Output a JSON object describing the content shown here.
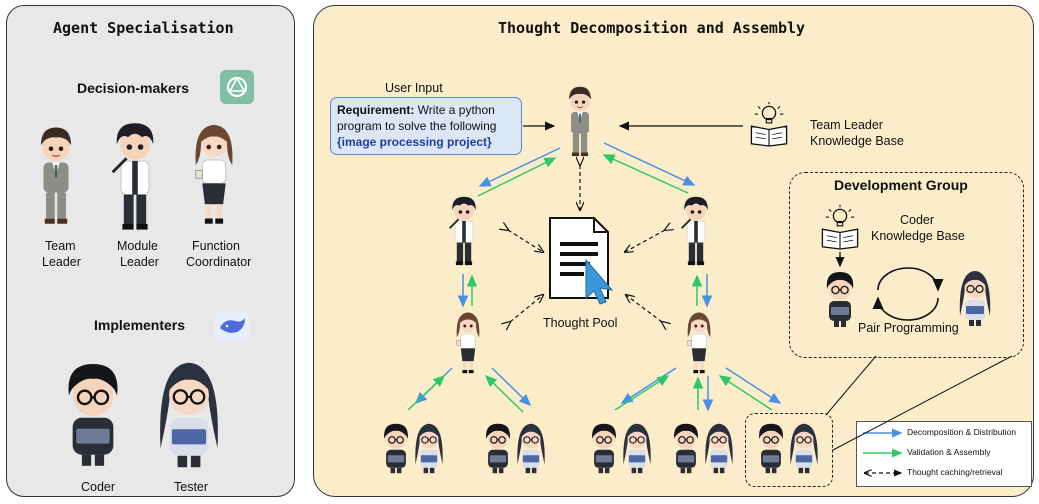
{
  "left_panel": {
    "title": "Agent Specialisation",
    "decision_makers_label": "Decision-makers",
    "decision_makers_logo": "openai-logo",
    "roles_decision": [
      {
        "line1": "Team",
        "line2": "Leader"
      },
      {
        "line1": "Module",
        "line2": "Leader"
      },
      {
        "line1": "Function",
        "line2": "Coordinator"
      }
    ],
    "implementers_label": "Implementers",
    "implementers_logo": "deepseek-whale-logo",
    "roles_impl": [
      "Coder",
      "Tester"
    ]
  },
  "right_panel": {
    "title": "Thought Decomposition and Assembly",
    "user_input_label": "User Input",
    "requirement": {
      "bold": "Requirement:",
      "text": " Write a python program to solve the following ",
      "project": "{image processing project}"
    },
    "team_kb": {
      "line1": "Team Leader",
      "line2": "Knowledge Base"
    },
    "thought_pool": "Thought Pool",
    "dev_group": {
      "title": "Development Group",
      "kb_line1": "Coder",
      "kb_line2": "Knowledge Base",
      "pair": "Pair Programming"
    },
    "legend": [
      {
        "label": "Decomposition & Distribution",
        "color": "#4a90e2",
        "style": "solid"
      },
      {
        "label": "Validation & Assembly",
        "color": "#2ec866",
        "style": "solid"
      },
      {
        "label": "Thought caching/retrieval",
        "color": "#111111",
        "style": "dashed"
      }
    ]
  },
  "colors": {
    "blue_arrow": "#4a90e2",
    "green_arrow": "#2ec866",
    "left_bg": "#e8e8e8",
    "right_bg": "#fbedc9"
  }
}
